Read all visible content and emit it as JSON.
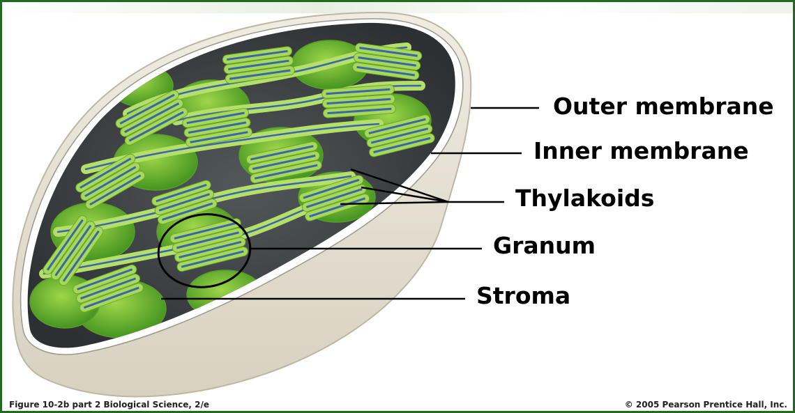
{
  "labels": {
    "outer_membrane": "Outer membrane",
    "inner_membrane": "Inner membrane",
    "thylakoids": "Thylakoids",
    "granum": "Granum",
    "stroma": "Stroma"
  },
  "caption": {
    "figure": "Figure 10-2b part 2   Biological Science, 2/e",
    "copyright": "© 2005 Pearson Prentice Hall, Inc."
  },
  "colors": {
    "frame_border": "#1f6b1f",
    "thylakoid_green": "#a6d85a",
    "thylakoid_blue": "#3c64a8",
    "stroma_dark": "#3a3d3e",
    "envelope_beige": "#e2ddcf",
    "leader_line": "#000000"
  }
}
